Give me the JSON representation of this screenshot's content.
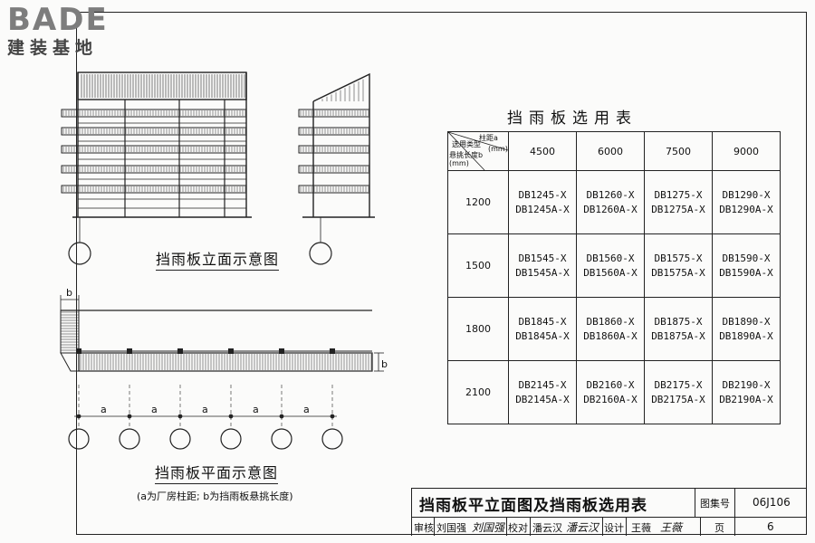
{
  "logo": {
    "brand": "BADE",
    "brand_sub": "建装基地"
  },
  "captions": {
    "elevation": "挡雨板立面示意图",
    "plan": "挡雨板平面示意图",
    "plan_note": "(a为厂房柱距; b为挡雨板悬挑长度)"
  },
  "dimension_labels": {
    "b_top": "b",
    "b_side": "b",
    "a": "a"
  },
  "table": {
    "title": "挡雨板选用表",
    "diag_header": {
      "col_axis": "柱距a",
      "col_unit": "(mm)",
      "row_axis": "悬挑长度b",
      "row_unit": "(mm)",
      "corner": "选用类型"
    },
    "columns": [
      "4500",
      "6000",
      "7500",
      "9000"
    ],
    "rows": [
      {
        "label": "1200",
        "cells": [
          [
            "DB1245-X",
            "DB1245A-X"
          ],
          [
            "DB1260-X",
            "DB1260A-X"
          ],
          [
            "DB1275-X",
            "DB1275A-X"
          ],
          [
            "DB1290-X",
            "DB1290A-X"
          ]
        ]
      },
      {
        "label": "1500",
        "cells": [
          [
            "DB1545-X",
            "DB1545A-X"
          ],
          [
            "DB1560-X",
            "DB1560A-X"
          ],
          [
            "DB1575-X",
            "DB1575A-X"
          ],
          [
            "DB1590-X",
            "DB1590A-X"
          ]
        ]
      },
      {
        "label": "1800",
        "cells": [
          [
            "DB1845-X",
            "DB1845A-X"
          ],
          [
            "DB1860-X",
            "DB1860A-X"
          ],
          [
            "DB1875-X",
            "DB1875A-X"
          ],
          [
            "DB1890-X",
            "DB1890A-X"
          ]
        ]
      },
      {
        "label": "2100",
        "cells": [
          [
            "DB2145-X",
            "DB2145A-X"
          ],
          [
            "DB2160-X",
            "DB2160A-X"
          ],
          [
            "DB2175-X",
            "DB2175A-X"
          ],
          [
            "DB2190-X",
            "DB2190A-X"
          ]
        ]
      }
    ]
  },
  "title_block": {
    "sheet_title": "挡雨板平立面图及挡雨板选用表",
    "atlas_label": "图集号",
    "atlas_no": "06J106",
    "review_label": "审核",
    "reviewer": "刘国强",
    "reviewer_sig": "刘国强",
    "check_label": "校对",
    "checker": "潘云汉",
    "checker_sig": "潘云汉",
    "design_label": "设计",
    "designer": "王薇",
    "designer_sig": "王薇",
    "page_label": "页",
    "page_no": "6"
  },
  "colors": {
    "ink": "#222222",
    "logo_gray": "#7d7d7d",
    "paper": "#fbfbfa"
  }
}
